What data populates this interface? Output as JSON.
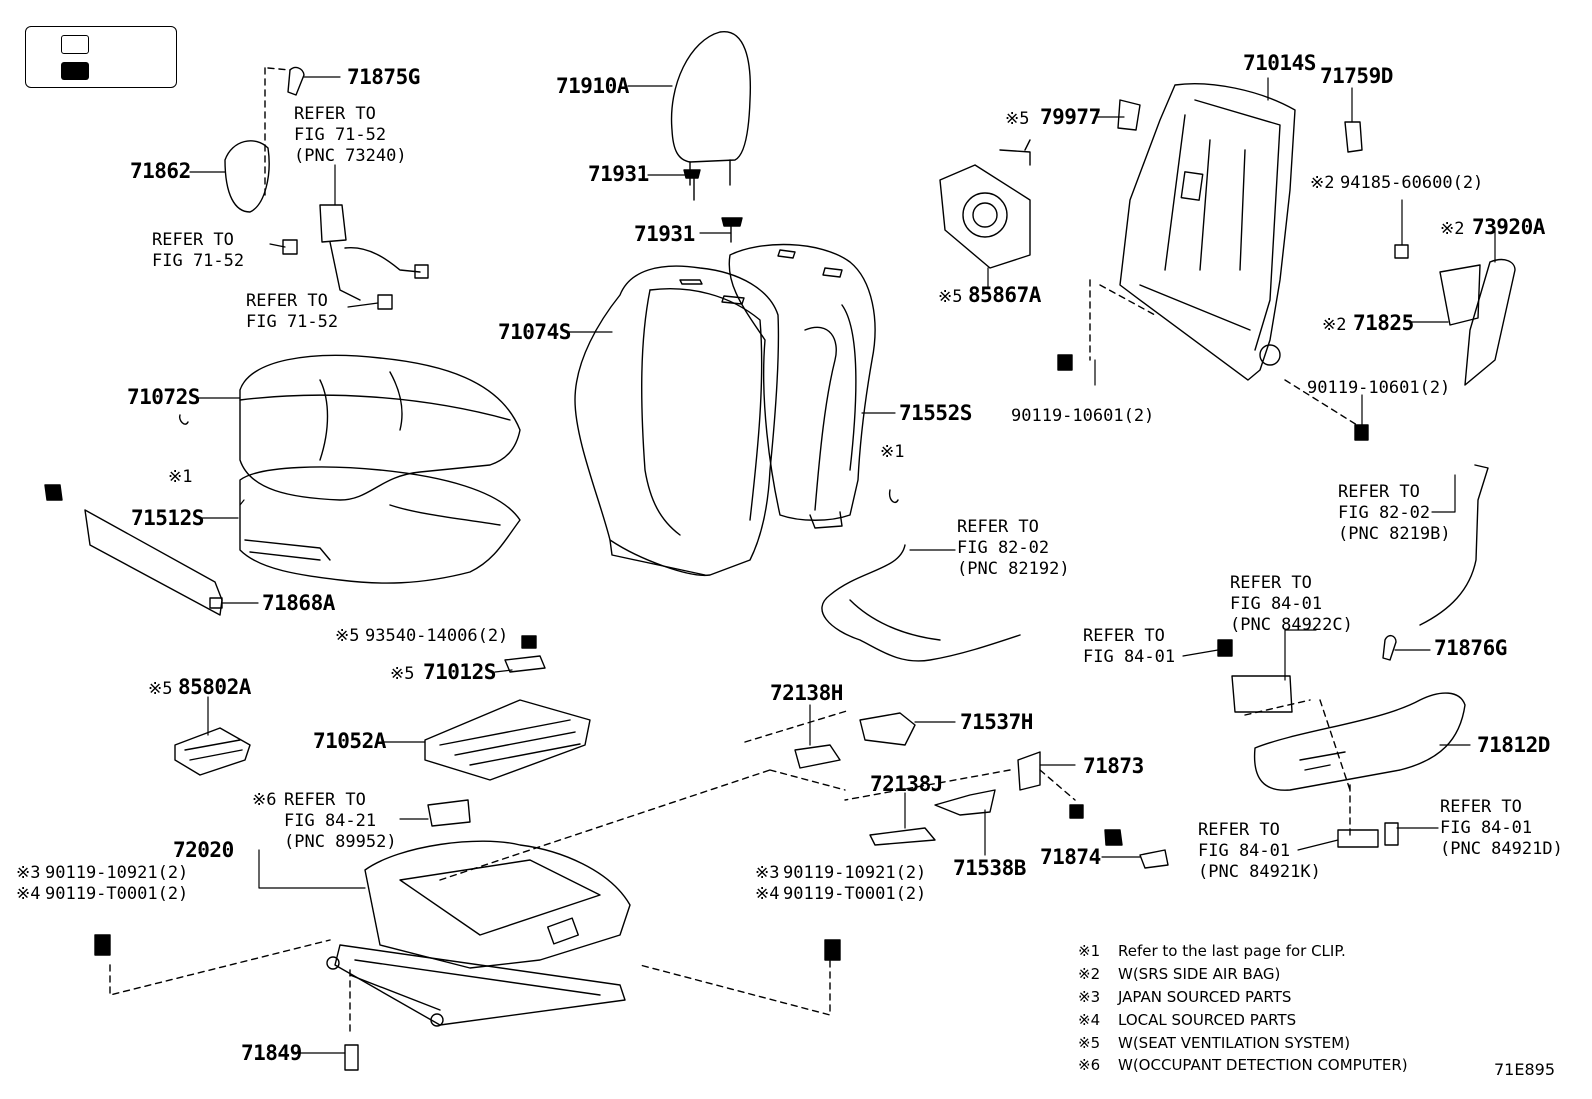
{
  "diagram": {
    "figure_code": "71E895",
    "parts": [
      {
        "id": "p71875G",
        "text": "71875G"
      },
      {
        "id": "p71862",
        "text": "71862"
      },
      {
        "id": "p71910A",
        "text": "71910A"
      },
      {
        "id": "p71931a",
        "text": "71931"
      },
      {
        "id": "p71931b",
        "text": "71931"
      },
      {
        "id": "p71074S",
        "text": "71074S"
      },
      {
        "id": "p71072S",
        "text": "71072S"
      },
      {
        "id": "p71512S",
        "text": "71512S"
      },
      {
        "id": "p71868A",
        "text": "71868A"
      },
      {
        "id": "p71552S",
        "text": "71552S"
      },
      {
        "id": "p79977",
        "text": "79977"
      },
      {
        "id": "p85867A",
        "text": "85867A"
      },
      {
        "id": "p71014S",
        "text": "71014S"
      },
      {
        "id": "p71759D",
        "text": "71759D"
      },
      {
        "id": "p73920A",
        "text": "73920A"
      },
      {
        "id": "p71825",
        "text": "71825"
      },
      {
        "id": "p85802A",
        "text": "85802A"
      },
      {
        "id": "p71012S",
        "text": "71012S"
      },
      {
        "id": "p71052A",
        "text": "71052A"
      },
      {
        "id": "p72138H",
        "text": "72138H"
      },
      {
        "id": "p71537H",
        "text": "71537H"
      },
      {
        "id": "p71873",
        "text": "71873"
      },
      {
        "id": "p72138J",
        "text": "72138J"
      },
      {
        "id": "p71538B",
        "text": "71538B"
      },
      {
        "id": "p71874",
        "text": "71874"
      },
      {
        "id": "p72020",
        "text": "72020"
      },
      {
        "id": "p71849",
        "text": "71849"
      },
      {
        "id": "p71876G",
        "text": "71876G"
      },
      {
        "id": "p71812D",
        "text": "71812D"
      }
    ],
    "small_parts": [
      {
        "id": "s94185",
        "text": "94185-60600(2)"
      },
      {
        "id": "s90119a",
        "text": "90119-10601(2)"
      },
      {
        "id": "s90119b",
        "text": "90119-10601(2)"
      },
      {
        "id": "s93540",
        "text": "93540-14006(2)"
      },
      {
        "id": "s90119c",
        "text": "90119-10921(2)"
      },
      {
        "id": "s90119d",
        "text": "90119-T0001(2)"
      },
      {
        "id": "s90119e",
        "text": "90119-10921(2)"
      },
      {
        "id": "s90119f",
        "text": "90119-T0001(2)"
      }
    ],
    "marks": {
      "m1a": "※1",
      "m1b": "※1",
      "m5a": "※5",
      "m5b": "※5",
      "m5c": "※5",
      "m5d": "※5",
      "m5e": "※5",
      "m2a": "※2",
      "m2b": "※2",
      "m2c": "※2",
      "m6": "※6",
      "m3a": "※3",
      "m4a": "※4",
      "m3b": "※3",
      "m4b": "※4"
    },
    "refs": [
      {
        "id": "r1",
        "text": "REFER TO\nFIG 71-52\n(PNC 73240)"
      },
      {
        "id": "r2",
        "text": "REFER TO\nFIG 71-52"
      },
      {
        "id": "r3",
        "text": "REFER TO\nFIG 71-52"
      },
      {
        "id": "r4",
        "text": "REFER TO\nFIG 82-02\n(PNC 82192)"
      },
      {
        "id": "r5",
        "text": "REFER TO\nFIG 82-02\n(PNC 8219B)"
      },
      {
        "id": "r6",
        "text": "REFER TO\nFIG 84-01\n(PNC 84922C)"
      },
      {
        "id": "r7",
        "text": "REFER TO\nFIG 84-01"
      },
      {
        "id": "r8",
        "text": "REFER TO\nFIG 84-21\n(PNC 89952)"
      },
      {
        "id": "r9",
        "text": "REFER TO\nFIG 84-01\n(PNC 84921K)"
      },
      {
        "id": "r10",
        "text": "REFER TO\nFIG 84-01\n(PNC 84921D)"
      }
    ],
    "notes": [
      {
        "mark": "※1",
        "text": "Refer to the last page for CLIP."
      },
      {
        "mark": "※2",
        "text": "W(SRS SIDE AIR BAG)"
      },
      {
        "mark": "※3",
        "text": "JAPAN SOURCED PARTS"
      },
      {
        "mark": "※4",
        "text": "LOCAL SOURCED PARTS"
      },
      {
        "mark": "※5",
        "text": "W(SEAT VENTILATION SYSTEM)"
      },
      {
        "mark": "※6",
        "text": "W(OCCUPANT DETECTION COMPUTER)"
      }
    ]
  }
}
